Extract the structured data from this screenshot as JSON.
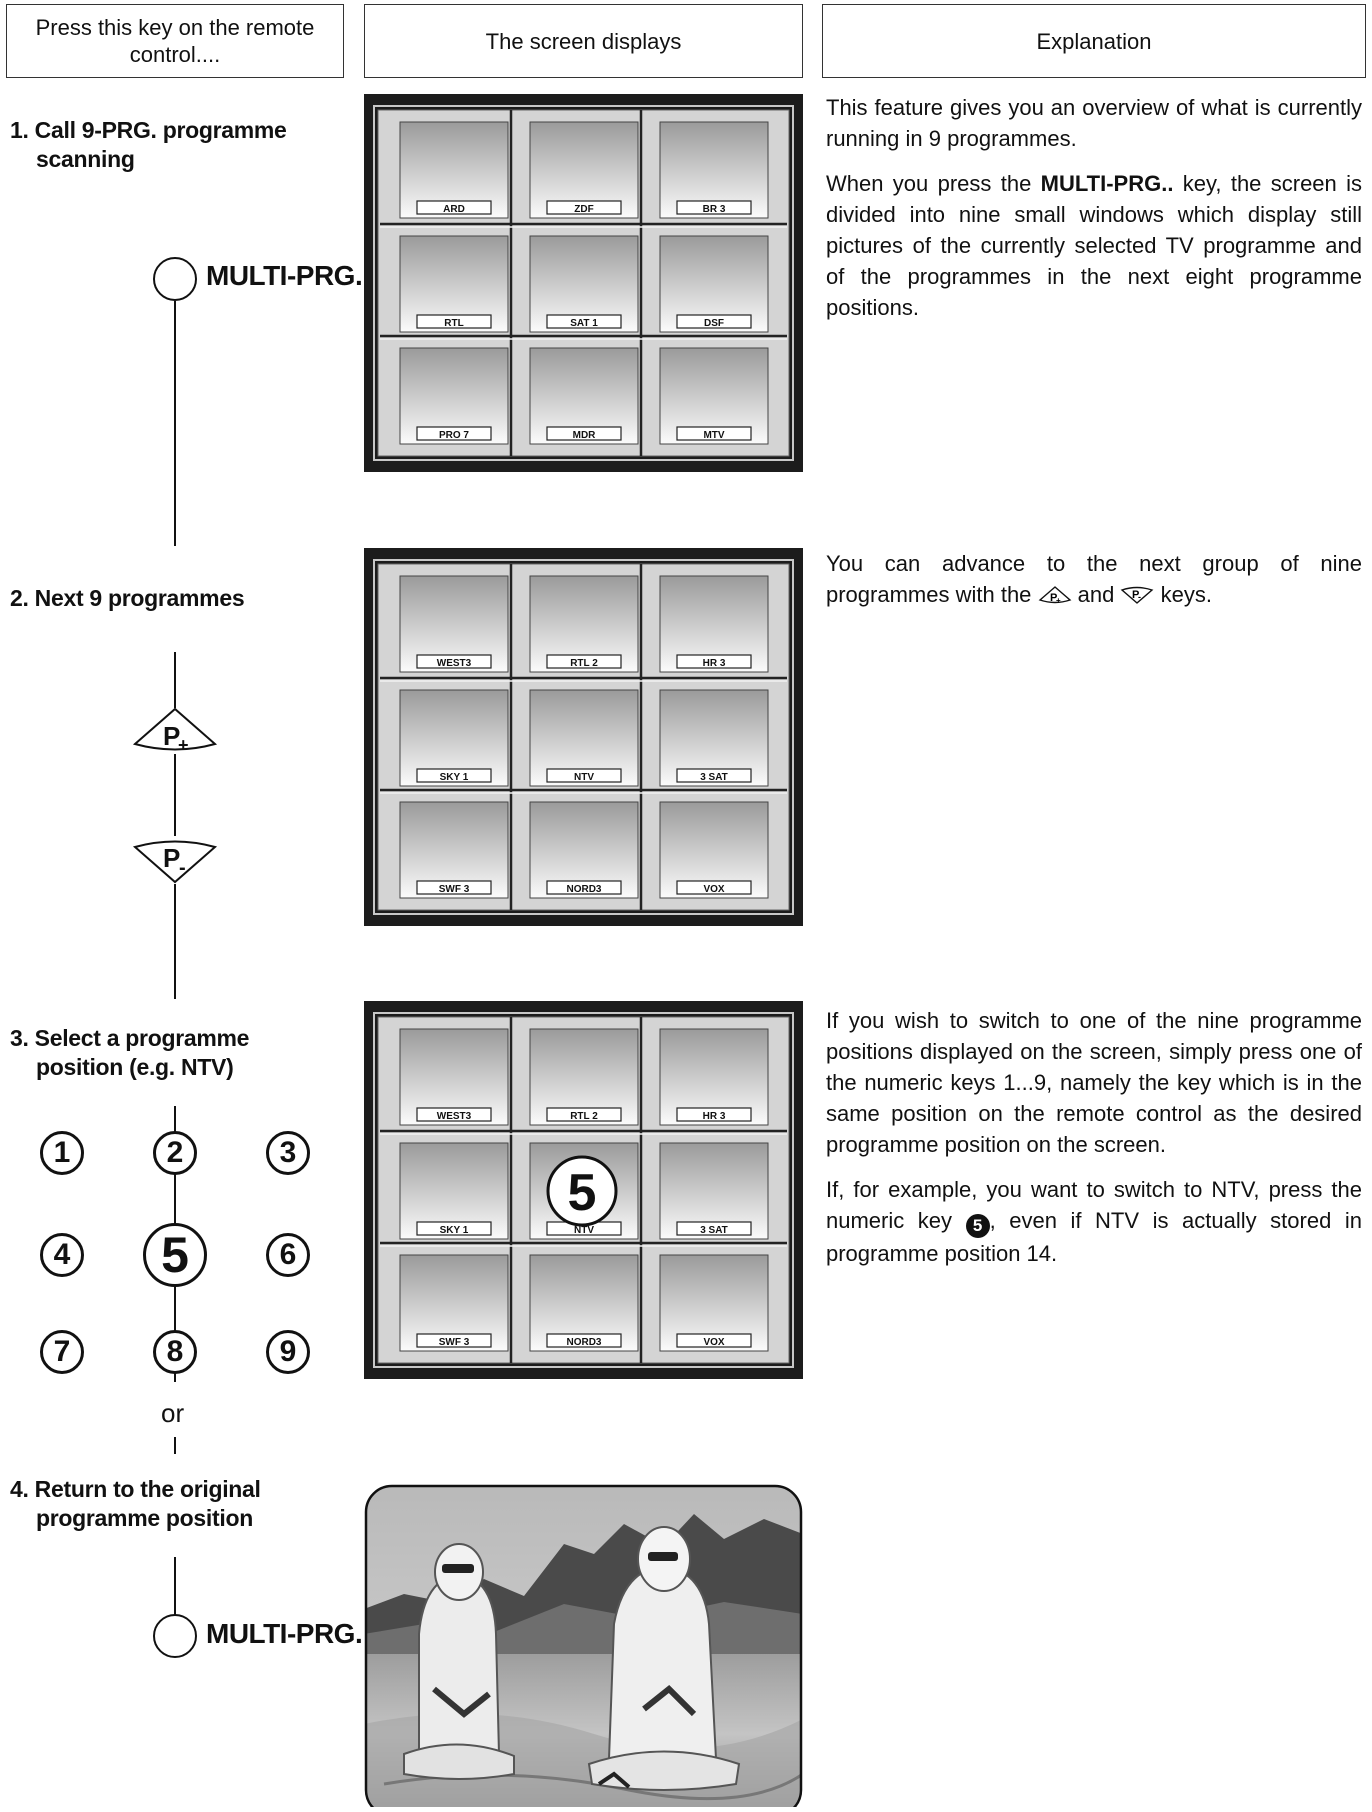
{
  "headers": {
    "col1": "Press this key on the remote control....",
    "col2": "The screen displays",
    "col3": "Explanation"
  },
  "steps": {
    "s1": {
      "line1": "1. Call 9-PRG. programme",
      "line2": "scanning"
    },
    "s2": {
      "line1": "2. Next 9 programmes"
    },
    "s3": {
      "line1": "3. Select a programme",
      "line2": "position (e.g. NTV)"
    },
    "s4": {
      "line1": "4. Return to the original",
      "line2": "programme position"
    }
  },
  "keys": {
    "multi_prg": "MULTI-PRG.",
    "p_plus": "P+",
    "p_minus": "P-",
    "numbers": [
      "1",
      "2",
      "3",
      "4",
      "5",
      "6",
      "7",
      "8",
      "9"
    ],
    "or": "or"
  },
  "screens": {
    "screen1": [
      "ARD",
      "ZDF",
      "BR 3",
      "RTL",
      "SAT 1",
      "DSF",
      "PRO 7",
      "MDR",
      "MTV"
    ],
    "screen2": [
      "WEST3",
      "RTL 2",
      "HR 3",
      "SKY 1",
      "NTV",
      "3 SAT",
      "SWF 3",
      "NORD3",
      "VOX"
    ],
    "screen3": [
      "WEST3",
      "RTL 2",
      "HR 3",
      "SKY 1",
      "NTV",
      "3 SAT",
      "SWF 3",
      "NORD3",
      "VOX"
    ],
    "screen3_overlay": "5"
  },
  "explanation": {
    "p1": "This feature gives you an overview of what is currently running in 9 programmes.",
    "p2_pre": "When you press the ",
    "p2_key": "MULTI-PRG..",
    "p2_post": " key, the screen is divided into nine small windows which display still pictures of the currently selected TV programme and of the programmes in the next eight programme positions.",
    "p3_pre": "You can advance to the next group of nine programmes with the ",
    "p3_mid": " and ",
    "p3_post": " keys.",
    "p4": "If you wish to switch to one of the nine programme positions displayed on the screen, simply press one of the numeric keys 1...9, namely the key which is in the same position on the remote control as the desired programme position on the screen.",
    "p5_pre": "If, for example, you want to switch to NTV, press the numeric key ",
    "p5_key": "5",
    "p5_post": ", even if NTV is actually stored in programme position 14."
  }
}
